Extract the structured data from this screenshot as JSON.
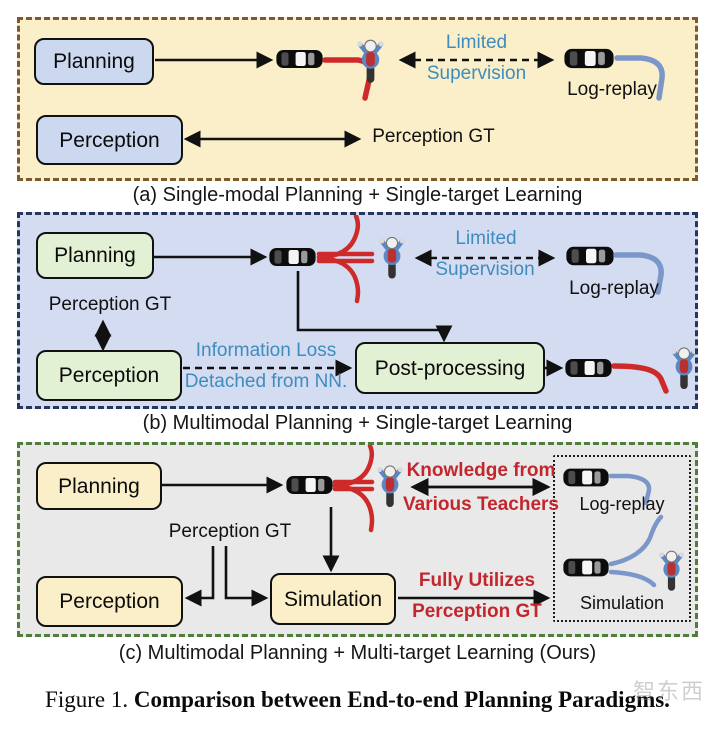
{
  "figure": {
    "prefix": "Figure 1.",
    "title": " Comparison between End-to-end Planning Paradigms."
  },
  "watermark": "智东西",
  "colors": {
    "panel_a_bg": "#FAEFC9",
    "panel_a_border": "#7B5A32",
    "panel_a_box": "#CBD8F0",
    "panel_b_bg": "#D4DCF1",
    "panel_b_border": "#26375B",
    "panel_b_box": "#E2F0D3",
    "panel_c_bg": "#E9E9E9",
    "panel_c_border": "#4E7D3C",
    "panel_c_box": "#FBEFC9",
    "annotation_blue": "#3F8CBE",
    "annotation_red": "#C1272D",
    "trajectory_red": "#CE2A2A",
    "trajectory_blue": "#7B96C9"
  },
  "panel_a": {
    "caption": "(a) Single-modal Planning + Single-target Learning",
    "planning": "Planning",
    "perception": "Perception",
    "perception_gt": "Perception GT",
    "limited1": "Limited",
    "limited2": "Supervision",
    "log_replay": "Log-replay"
  },
  "panel_b": {
    "caption": "(b) Multimodal Planning + Single-target Learning",
    "planning": "Planning",
    "perception": "Perception",
    "perception_gt": "Perception GT",
    "post_processing": "Post-processing",
    "limited1": "Limited",
    "limited2": "Supervision",
    "loss1": "Information Loss",
    "loss2": "Detached from NN.",
    "log_replay": "Log-replay"
  },
  "panel_c": {
    "caption": "(c) Multimodal Planning + Multi-target Learning (Ours)",
    "planning": "Planning",
    "perception": "Perception",
    "simulation": "Simulation",
    "perception_gt": "Perception GT",
    "knowledge1": "Knowledge from",
    "knowledge2": "Various Teachers",
    "fully1": "Fully Utilizes",
    "fully2": "Perception GT",
    "teachers": {
      "log_replay": "Log-replay",
      "simulation": "Simulation"
    }
  }
}
